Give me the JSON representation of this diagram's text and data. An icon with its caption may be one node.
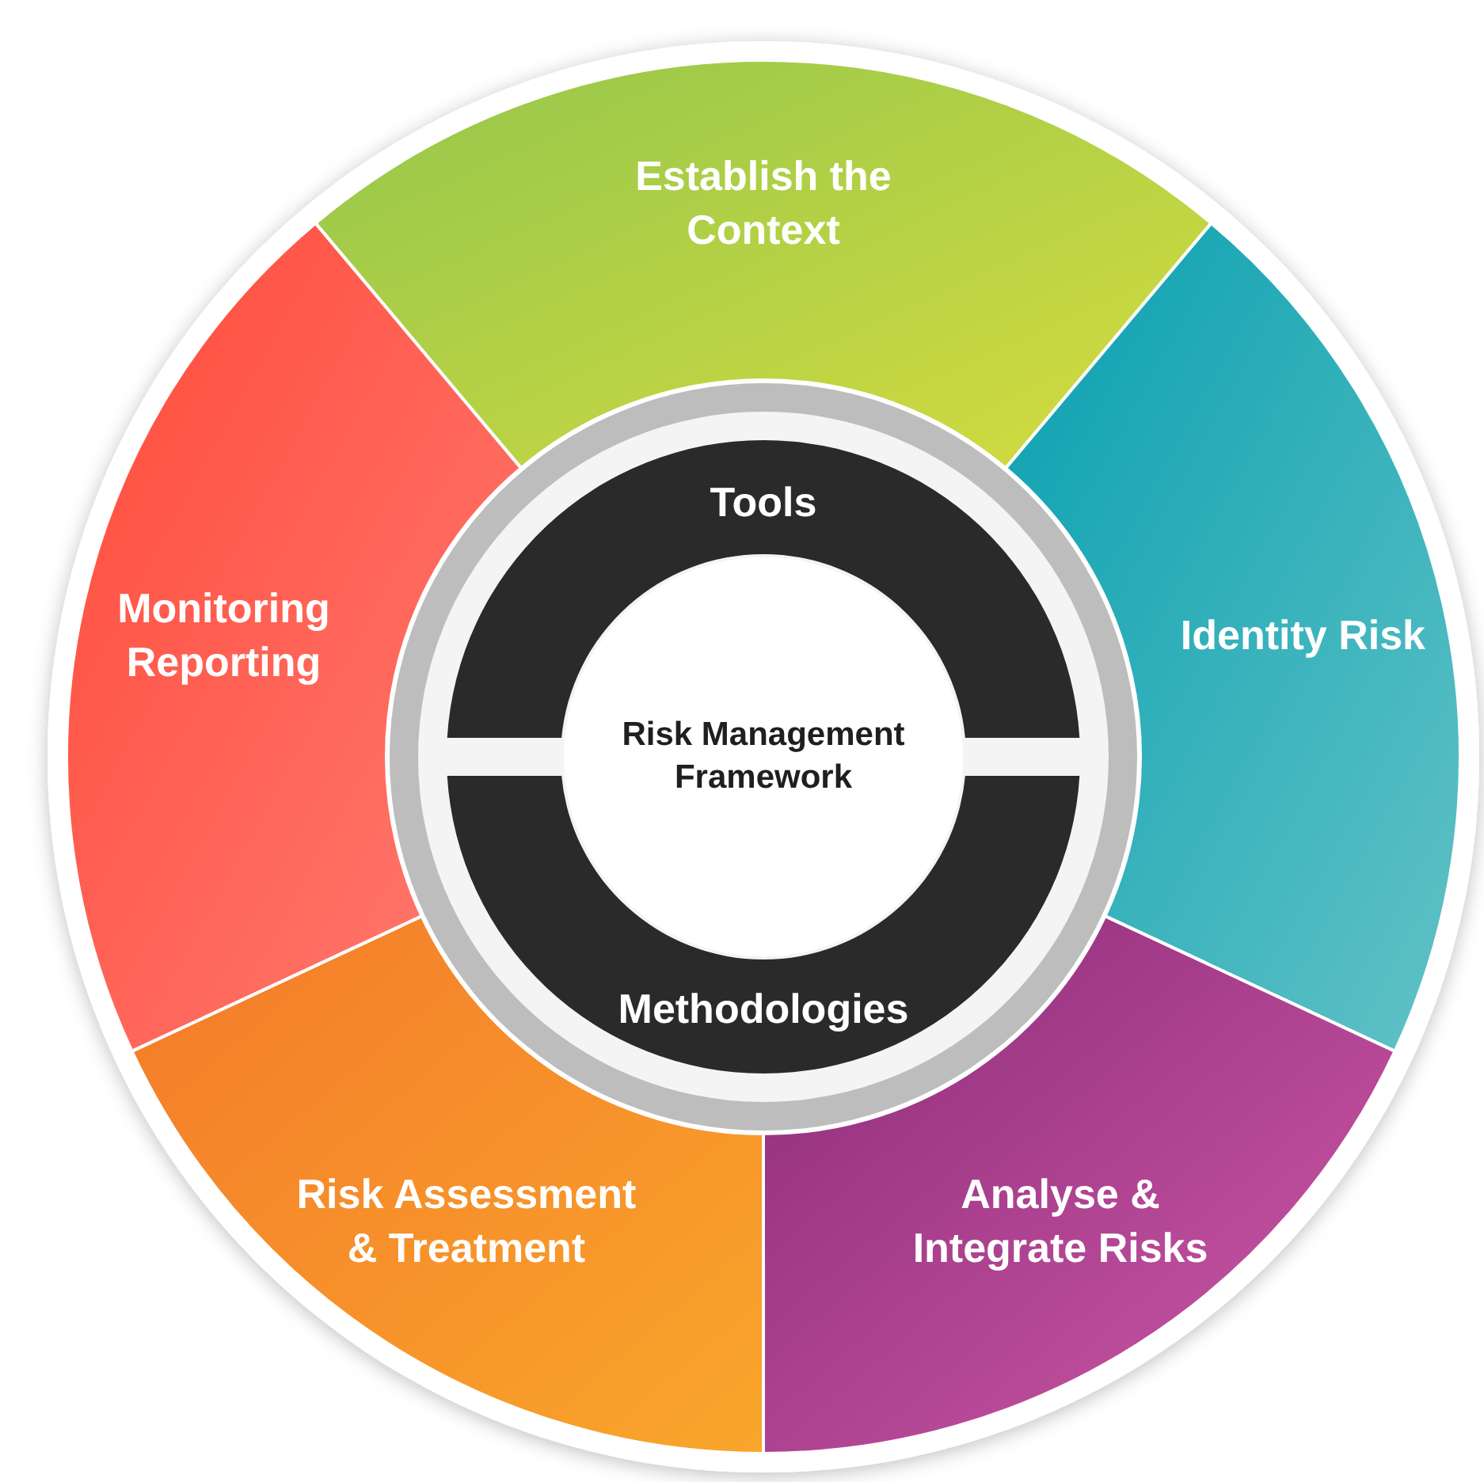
{
  "diagram": {
    "nodes": [
      {
        "text": [
          "Establish the Context"
        ]
      },
      {
        "text": [
          "Identity Risk"
        ]
      },
      {
        "text": [
          "Analyse & Integrate Risks"
        ]
      },
      {
        "text": [
          "Risk Assessment & Treatment"
        ]
      },
      {
        "text": [
          "Monitoring Reporting"
        ]
      },
      {
        "text": [
          "Tools"
        ]
      },
      {
        "text": [
          "Methodologies"
        ]
      },
      {
        "text": [
          "Risk Management Framework"
        ]
      }
    ]
  }
}
